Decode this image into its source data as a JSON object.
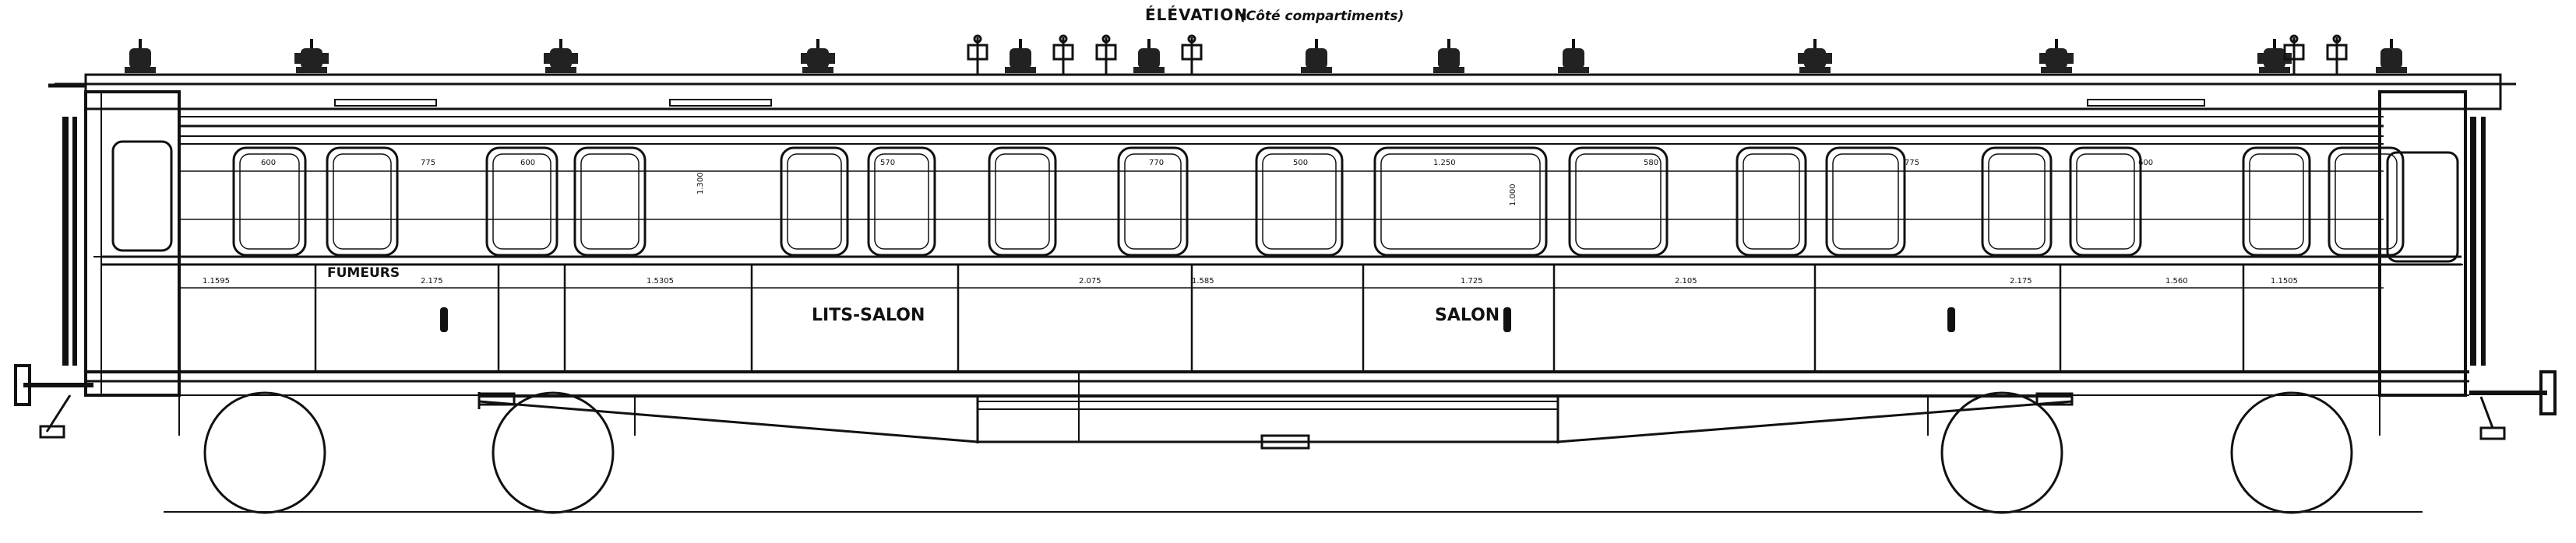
{
  "header": {
    "title": "ÉLÉVATION",
    "subtitle": "(Côté compartiments)"
  },
  "labels": {
    "fumeurs": "FUMEURS",
    "lits_salon": "LITS-SALON",
    "salon": "SALON"
  },
  "dimensions": {
    "lower_row": [
      "1.1595",
      "2.175",
      "1.5305",
      "2.075",
      "1.585",
      "1.725",
      "2.105",
      "2.175",
      "1.560",
      "1.1505"
    ],
    "upper_row": [
      "600",
      "775",
      "600",
      "570",
      "770",
      "500",
      "1.250",
      "580",
      "775",
      "600"
    ],
    "height": "1.300",
    "salon_height": "1.000"
  }
}
